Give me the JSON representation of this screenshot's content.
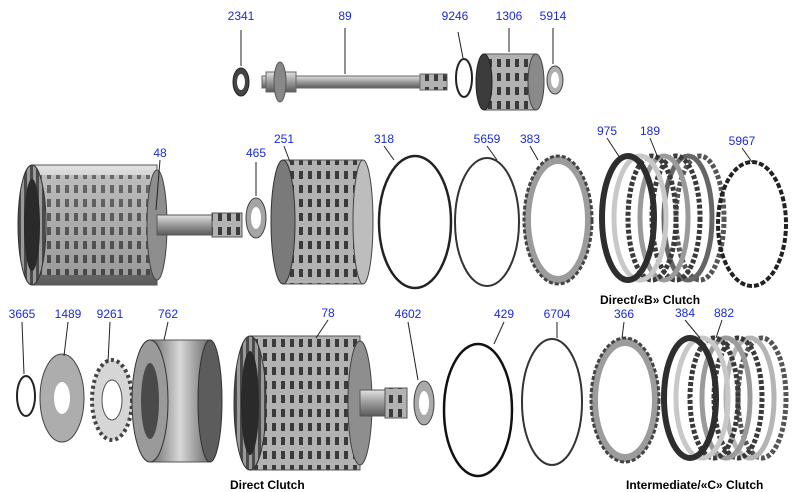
{
  "part_numbers": {
    "p2341": "2341",
    "p89": "89",
    "p9246": "9246",
    "p1306": "1306",
    "p5914": "5914",
    "p48": "48",
    "p465": "465",
    "p251": "251",
    "p318": "318",
    "p5659": "5659",
    "p383": "383",
    "p975": "975",
    "p189": "189",
    "p5967": "5967",
    "p3665": "3665",
    "p1489": "1489",
    "p9261": "9261",
    "p762": "762",
    "p78": "78",
    "p4602": "4602",
    "p429": "429",
    "p6704": "6704",
    "p366": "366",
    "p384": "384",
    "p882": "882"
  },
  "captions": {
    "direct_b_clutch": "Direct/«B» Clutch",
    "direct_clutch": "Direct Clutch",
    "intermediate_c_clutch": "Intermediate/«C» Clutch"
  },
  "colors": {
    "label_blue": "#1a2bd6",
    "leader": "#222222",
    "steel_dark": "#3a3a3a",
    "steel_mid": "#8a8a8a",
    "steel_light": "#c4c4c4"
  }
}
